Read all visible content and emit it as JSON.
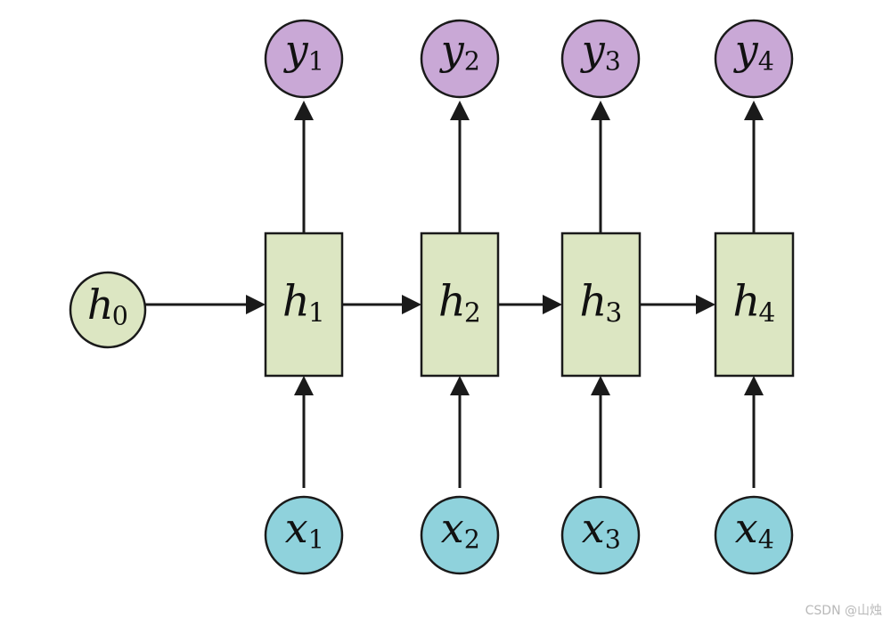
{
  "diagram": {
    "initial_state": {
      "letter": "h",
      "sub": "0"
    },
    "hidden_states": [
      {
        "letter": "h",
        "sub": "1"
      },
      {
        "letter": "h",
        "sub": "2"
      },
      {
        "letter": "h",
        "sub": "3"
      },
      {
        "letter": "h",
        "sub": "4"
      }
    ],
    "inputs": [
      {
        "letter": "x",
        "sub": "1"
      },
      {
        "letter": "x",
        "sub": "2"
      },
      {
        "letter": "x",
        "sub": "3"
      },
      {
        "letter": "x",
        "sub": "4"
      }
    ],
    "outputs": [
      {
        "letter": "y",
        "sub": "1"
      },
      {
        "letter": "y",
        "sub": "2"
      },
      {
        "letter": "y",
        "sub": "3"
      },
      {
        "letter": "y",
        "sub": "4"
      }
    ]
  },
  "colors": {
    "hidden_fill": "#dce6c2",
    "initial_fill": "#dce6c2",
    "input_fill": "#8fd2dc",
    "output_fill": "#c9a8d6",
    "stroke": "#1a1a1a"
  },
  "watermark": "CSDN @山烛"
}
